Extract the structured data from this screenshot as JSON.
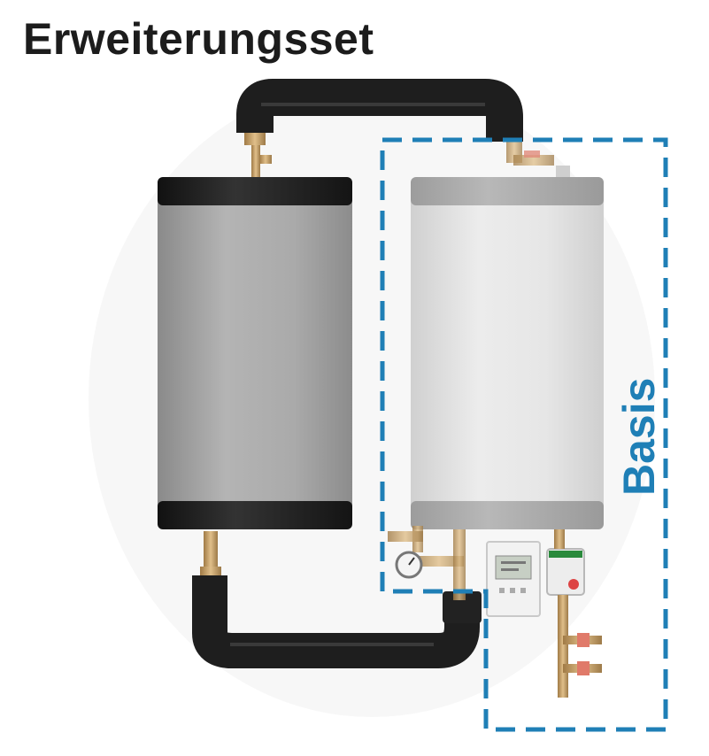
{
  "title": "Erweiterungsset",
  "basis_label": "Basis",
  "colors": {
    "title": "#1c1c1c",
    "basis_accent": "#1f7fb6",
    "insulation": "#1f1f1f",
    "tank_left": "#a9a9a9",
    "tank_right": "#e6e6e6",
    "brass": "#c8a06a"
  },
  "components": {
    "left_tank": "storage-tank-expansion",
    "right_tank": "storage-tank-basis",
    "top_pipe": "insulated-connection-pipe-top",
    "bottom_pipe": "insulated-connection-pipe-bottom",
    "controller": "controller-display-icon",
    "pump": "circulation-pump-icon",
    "gauge": "pressure-gauge-icon"
  }
}
